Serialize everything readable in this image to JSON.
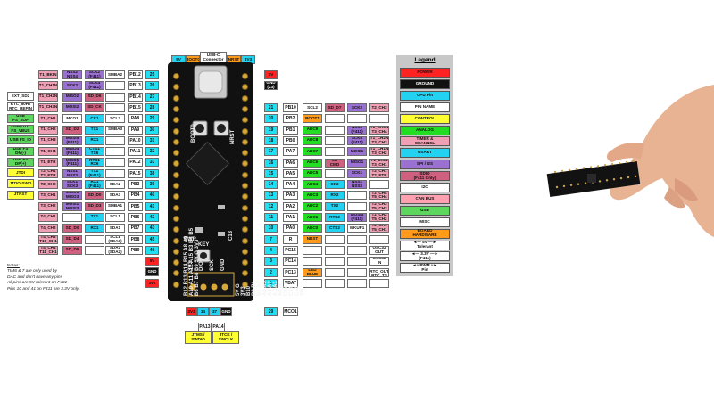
{
  "usb_header": {
    "label": "USB-C\nConnector",
    "left_tags": [
      "5V",
      "BOOT0"
    ],
    "right_tags": [
      "NRST",
      "3V3"
    ]
  },
  "top_right_pins": [
    {
      "label": "3V",
      "color": "#ff2222"
    },
    {
      "label": "GND\n(23)",
      "color": "#111111"
    }
  ],
  "left_ext": [
    {
      "label": "EXT_SD2",
      "color": "#ffffff"
    },
    {
      "label": "RTC_50Hz\nRTC_REFIN",
      "color": "#ffffff"
    },
    {
      "label": "USB\nFS_SOF",
      "color": "#5cd65c"
    },
    {
      "label": "USB/OTG\nFS_VBUS",
      "color": "#5cd65c"
    },
    {
      "label": "USB FS_ID",
      "color": "#5cd65c"
    },
    {
      "label": "USB FS\nDM(-)",
      "color": "#5cd65c"
    },
    {
      "label": "USB FS\nDP(+)",
      "color": "#5cd65c"
    },
    {
      "label": "JTDI",
      "color": "#ffff33"
    },
    {
      "label": "JTDO-SWO",
      "color": "#ffff33"
    },
    {
      "label": "JTRST",
      "color": "#ffff33"
    }
  ],
  "left_rows": [
    {
      "c1": [
        "T1_BKIN",
        "#f0a0b4"
      ],
      "c2": [
        "NSS2\nNSS4",
        "#9a70d0"
      ],
      "c3": [
        "SCK2\n(F411)",
        "#9a70d0"
      ],
      "c4": [
        "SMBA2",
        "#ffffff"
      ],
      "pin": "PB12",
      "num": "25"
    },
    {
      "c1": [
        "T1_CH1N",
        "#f0a0b4"
      ],
      "c2": [
        "SCK2",
        "#9a70d0"
      ],
      "c3": [
        "SCK4\n(F411)",
        "#9a70d0"
      ],
      "c4": [
        "",
        "#ffffff"
      ],
      "pin": "PB13",
      "num": "26"
    },
    {
      "c1": [
        "T1_CH2N",
        "#f0a0b4"
      ],
      "c2": [
        "MISO2",
        "#9a70d0"
      ],
      "c3": [
        "SD_D6",
        "#d06080"
      ],
      "c4": [
        "",
        "#ffffff"
      ],
      "pin": "PB14",
      "num": "27"
    },
    {
      "c1": [
        "T1_CH3N",
        "#f0a0b4"
      ],
      "c2": [
        "MOSI2",
        "#9a70d0"
      ],
      "c3": [
        "SD_CK",
        "#d06080"
      ],
      "c4": [
        "",
        "#ffffff"
      ],
      "pin": "PB15",
      "num": "28"
    },
    {
      "c1": [
        "T1_CH1",
        "#f0a0b4"
      ],
      "c2": [
        "MCO1",
        "#ffffff"
      ],
      "c3": [
        "CK1",
        "#22d2f0"
      ],
      "c4": [
        "SCL3",
        "#ffffff"
      ],
      "pin": "PA8",
      "num": "29"
    },
    {
      "c1": [
        "T1_CH2",
        "#f0a0b4"
      ],
      "c2": [
        "SD_D2",
        "#d06080"
      ],
      "c3": [
        "TX1",
        "#22d2f0"
      ],
      "c4": [
        "SMBA3",
        "#ffffff"
      ],
      "pin": "PA9",
      "num": "30"
    },
    {
      "c1": [
        "T1_CH3",
        "#f0a0b4"
      ],
      "c2": [
        "MOSI5\n(F411)",
        "#9a70d0"
      ],
      "c3": [
        "RX1",
        "#22d2f0"
      ],
      "c4": [
        "",
        "#ffffff"
      ],
      "pin": "PA10",
      "num": "31"
    },
    {
      "c1": [
        "T1_CH4",
        "#f0a0b4"
      ],
      "c2": [
        "MISO4\n(F411)",
        "#9a70d0"
      ],
      "c3": [
        "CTS1\nTX6",
        "#22d2f0"
      ],
      "c4": [
        "",
        "#ffffff"
      ],
      "pin": "PA11",
      "num": "32"
    },
    {
      "c1": [
        "T1_ETR",
        "#f0a0b4"
      ],
      "c2": [
        "MISO5\n(F411)",
        "#9a70d0"
      ],
      "c3": [
        "RTS1\nRX6",
        "#22d2f0"
      ],
      "c4": [
        "",
        "#ffffff"
      ],
      "pin": "PA12",
      "num": "33"
    },
    {
      "c1": [
        "T2_CH1\nT2_ETR",
        "#f0a0b4"
      ],
      "c2": [
        "NSS1\nNSS3",
        "#9a70d0"
      ],
      "c3": [
        "TX1\n(F411)",
        "#22d2f0"
      ],
      "c4": [
        "",
        "#ffffff"
      ],
      "pin": "PA15",
      "num": "38"
    },
    {
      "c1": [
        "T2_CH2",
        "#f0a0b4"
      ],
      "c2": [
        "SCK1\nSCK3",
        "#9a70d0"
      ],
      "c3": [
        "RX1\n(F411)",
        "#22d2f0"
      ],
      "c4": [
        "SDA2",
        "#ffffff"
      ],
      "pin": "PB3",
      "num": "39"
    },
    {
      "c1": [
        "T3_CH1",
        "#f0a0b4"
      ],
      "c2": [
        "MISO1\nMISO3",
        "#9a70d0"
      ],
      "c3": [
        "SD_D0",
        "#d06080"
      ],
      "c4": [
        "SDA3",
        "#ffffff"
      ],
      "pin": "PB4",
      "num": "40"
    },
    {
      "c1": [
        "T3_CH2",
        "#f0a0b4"
      ],
      "c2": [
        "MOSI1\nMOSI3",
        "#9a70d0"
      ],
      "c3": [
        "SD_D3",
        "#d06080"
      ],
      "c4": [
        "SMBA1",
        "#ffffff"
      ],
      "pin": "PB5",
      "num": "41"
    },
    {
      "c1": [
        "T4_CH1",
        "#f0a0b4"
      ],
      "c2": [
        "",
        "#ffffff"
      ],
      "c3": [
        "TX1",
        "#22d2f0"
      ],
      "c4": [
        "SCL1",
        "#ffffff"
      ],
      "pin": "PB6",
      "num": "42"
    },
    {
      "c1": [
        "T4_CH2",
        "#f0a0b4"
      ],
      "c2": [
        "SD_D0",
        "#d06080"
      ],
      "c3": [
        "RX1",
        "#22d2f0"
      ],
      "c4": [
        "SDA1",
        "#ffffff"
      ],
      "pin": "PB7",
      "num": "43"
    },
    {
      "c1": [
        "T4_CH3\nT10_CH1",
        "#f0a0b4"
      ],
      "c2": [
        "SD_D4",
        "#d06080"
      ],
      "c3": [
        "",
        "#ffffff"
      ],
      "c4": [
        "SCL1\n(SDA3)",
        "#ffffff"
      ],
      "pin": "PB8",
      "num": "45"
    },
    {
      "c1": [
        "T4_CH4\nT11_CH1",
        "#f0a0b4"
      ],
      "c2": [
        "SD_D5",
        "#d06080"
      ],
      "c3": [
        "",
        "#ffffff"
      ],
      "c4": [
        "SDA1\n(SDA2)",
        "#ffffff"
      ],
      "pin": "PB9",
      "num": "46"
    }
  ],
  "left_bottom": [
    {
      "pin": "5V",
      "num": "",
      "color": "#ff2222"
    },
    {
      "pin": "GND\n(47)",
      "num": "",
      "color": "#111111"
    },
    {
      "pin": "3V3",
      "num": "",
      "color": "#ff2222"
    }
  ],
  "right_rows": [
    {
      "num": "21",
      "pin": "PB10",
      "c1": [
        "SCL2",
        "#ffffff"
      ],
      "c2": [
        "SD_D7",
        "#d06080"
      ],
      "c3": [
        "SCK2",
        "#9a70d0"
      ],
      "c4": [
        "T2_CH3",
        "#f0a0b4"
      ]
    },
    {
      "num": "20",
      "pin": "PB2",
      "c1": [
        "BOOT1",
        "#ff9a1a"
      ],
      "c2": [
        "",
        "#ffffff"
      ],
      "c3": [
        "",
        "#ffffff"
      ],
      "c4": [
        "",
        "#ffffff"
      ]
    },
    {
      "num": "19",
      "pin": "PB1",
      "c1": [
        "ADC9",
        "#22dd22"
      ],
      "c2": [
        "",
        "#ffffff"
      ],
      "c3": [
        "NSS5\n(F411)",
        "#9a70d0"
      ],
      "c4": [
        "T1_CH3N\nT3_CH4",
        "#f0a0b4"
      ]
    },
    {
      "num": "18",
      "pin": "PB0",
      "c1": [
        "ADC8",
        "#22dd22"
      ],
      "c2": [
        "",
        "#ffffff"
      ],
      "c3": [
        "SCK5\n(F411)",
        "#9a70d0"
      ],
      "c4": [
        "T1_CH2N\nT3_CH3",
        "#f0a0b4"
      ]
    },
    {
      "num": "17",
      "pin": "PA7",
      "c1": [
        "ADC7",
        "#22dd22"
      ],
      "c2": [
        "",
        "#ffffff"
      ],
      "c3": [
        "MOSI1",
        "#9a70d0"
      ],
      "c4": [
        "T1_CH1N\nT3_CH2",
        "#f0a0b4"
      ]
    },
    {
      "num": "16",
      "pin": "PA6",
      "c1": [
        "ADC6",
        "#22dd22"
      ],
      "c2": [
        "SD\nCMD",
        "#d06080"
      ],
      "c3": [
        "MISO1",
        "#9a70d0"
      ],
      "c4": [
        "T1_BKIN\nT3_CH1",
        "#f0a0b4"
      ]
    },
    {
      "num": "15",
      "pin": "PA5",
      "c1": [
        "ADC5",
        "#22dd22"
      ],
      "c2": [
        "",
        "#ffffff"
      ],
      "c3": [
        "SCK1",
        "#9a70d0"
      ],
      "c4": [
        "T2_CH1\nT2_ETR",
        "#f0a0b4"
      ]
    },
    {
      "num": "14",
      "pin": "PA4",
      "c1": [
        "ADC4",
        "#22dd22"
      ],
      "c2": [
        "CK2",
        "#22d2f0"
      ],
      "c3": [
        "NSS1\nNSS3",
        "#9a70d0"
      ],
      "c4": [
        "",
        "#ffffff"
      ]
    },
    {
      "num": "13",
      "pin": "PA3",
      "c1": [
        "ADC3",
        "#22dd22"
      ],
      "c2": [
        "RX2",
        "#22d2f0"
      ],
      "c3": [
        "",
        "#ffffff"
      ],
      "c4": [
        "T2_CH4\nT5_CH4",
        "#f0a0b4"
      ]
    },
    {
      "num": "12",
      "pin": "PA2",
      "c1": [
        "ADC2",
        "#22dd22"
      ],
      "c2": [
        "TX2",
        "#22d2f0"
      ],
      "c3": [
        "",
        "#ffffff"
      ],
      "c4": [
        "T2_CH3\nT5_CH3",
        "#f0a0b4"
      ]
    },
    {
      "num": "11",
      "pin": "PA1",
      "c1": [
        "ADC1",
        "#22dd22"
      ],
      "c2": [
        "RTS2",
        "#22d2f0"
      ],
      "c3": [
        "MOSI4\n(F411)",
        "#9a70d0"
      ],
      "c4": [
        "T2_CH2\nT5_CH2",
        "#f0a0b4"
      ]
    },
    {
      "num": "10",
      "pin": "PA0",
      "c1": [
        "ADC0",
        "#22dd22"
      ],
      "c2": [
        "CTS2",
        "#22d2f0"
      ],
      "c3": [
        "WKUP1",
        "#ffffff"
      ],
      "c4": [
        "T2_CH1\nT5_CH1",
        "#f0a0b4"
      ]
    },
    {
      "num": "7",
      "pin": "R",
      "c1": [
        "NRST",
        "#ff9a1a"
      ],
      "c2": [
        "",
        "#ffffff"
      ],
      "c3": [
        "",
        "#ffffff"
      ],
      "c4": [
        "",
        "#ffffff"
      ]
    },
    {
      "num": "4",
      "pin": "PC15",
      "c1": [
        "",
        "#ffffff"
      ],
      "c2": [
        "",
        "#ffffff"
      ],
      "c3": [
        "",
        "#ffffff"
      ],
      "c4": [
        "OSC32\nOUT",
        "#ffffff"
      ]
    },
    {
      "num": "3",
      "pin": "PC14",
      "c1": [
        "",
        "#ffffff"
      ],
      "c2": [
        "",
        "#ffffff"
      ],
      "c3": [
        "",
        "#ffffff"
      ],
      "c4": [
        "OSC32\nIN",
        "#ffffff"
      ]
    },
    {
      "num": "2",
      "pin": "PC13",
      "c1": [
        "LED\nBLUE",
        "#ff9a1a"
      ],
      "c2": [
        "",
        "#ffffff"
      ],
      "c3": [
        "",
        "#ffffff"
      ],
      "c4": [
        "T1_CH1N\nRTC_OUT\nRTC_TS",
        "#ffffff"
      ]
    },
    {
      "num": "1",
      "pin": "VBAT",
      "c1": [
        "",
        "#ffffff"
      ],
      "c2": [
        "",
        "#ffffff"
      ],
      "c3": [
        "",
        "#ffffff"
      ],
      "c4": [
        "",
        "#ffffff"
      ]
    }
  ],
  "bottom_header": [
    {
      "label": "3V3",
      "color": "#ff2222"
    },
    {
      "label": "34",
      "color": "#22d2f0"
    },
    {
      "label": "37",
      "color": "#22d2f0"
    },
    {
      "label": "GND",
      "color": "#111111"
    }
  ],
  "bottom_pins": [
    "PA13",
    "PA14"
  ],
  "swd": [
    "JTMS /\nSWDIO",
    "JTCK /\nSWCLK"
  ],
  "mco": {
    "num": "29",
    "label": "MCO1"
  },
  "silk_left": "B12 B13 B14 B15 A8 A9 A10 A11 A12 A15 B3 B4 B5 B6 B7 B8 B9 5V G 3V3",
  "silk_right": "5V G 3V3 B10 B2 B1 B0 A7 A6 A5 A4 A3 A2 A1 A0 R C15 C14 C13 VB",
  "silk_labels": {
    "boot": "BOOT0",
    "nrst": "NRST",
    "key": "KEY",
    "pwr": "PWR",
    "c13": "C13",
    "bottom": [
      "3V3",
      "DIO",
      "SCK",
      "GND"
    ]
  },
  "legend": {
    "title": "Legend",
    "items": [
      {
        "label": "POWER",
        "color": "#ff2222"
      },
      {
        "label": "GROUND",
        "color": "#111111",
        "text": "#ffffff"
      },
      {
        "label": "CPU Pin",
        "color": "#22d2f0"
      },
      {
        "label": "PIN NAME",
        "color": "#ffffff"
      },
      {
        "label": "CONTROL",
        "color": "#ffff33"
      },
      {
        "label": "ANALOG",
        "color": "#22dd22"
      },
      {
        "label": "TIMER &\nCHANNEL",
        "color": "#f0a0b4"
      },
      {
        "label": "USART",
        "color": "#22d2f0"
      },
      {
        "label": "SPI / I2S",
        "color": "#9a70d0"
      },
      {
        "label": "SDIO\n(F411 Only)",
        "color": "#d06080"
      },
      {
        "label": "I2C",
        "color": "#ffffff"
      },
      {
        "label": "CAN BUS",
        "color": "#ffa0b0"
      },
      {
        "label": "USB",
        "color": "#5cd65c"
      },
      {
        "label": "MISC",
        "color": "#ffffff"
      },
      {
        "label": "BOARD\nHARDWARE",
        "color": "#ff9a1a"
      },
      {
        "label": "◄— 5V —►\nTolerant",
        "color": "#ffffff"
      },
      {
        "label": "◄— 3.3V —►\n(F411)",
        "color": "#ffffff"
      },
      {
        "label": "◄≈ PWM ≈►\nPin",
        "color": "#ffffff"
      }
    ]
  },
  "notes": [
    "Notes:",
    "TIM6 & 7 are only used by",
    "DAC and don't have any pins",
    "All pins are 5V tolerant on F401",
    "Pins 10 and 41 on F411 are 3.3V only."
  ]
}
